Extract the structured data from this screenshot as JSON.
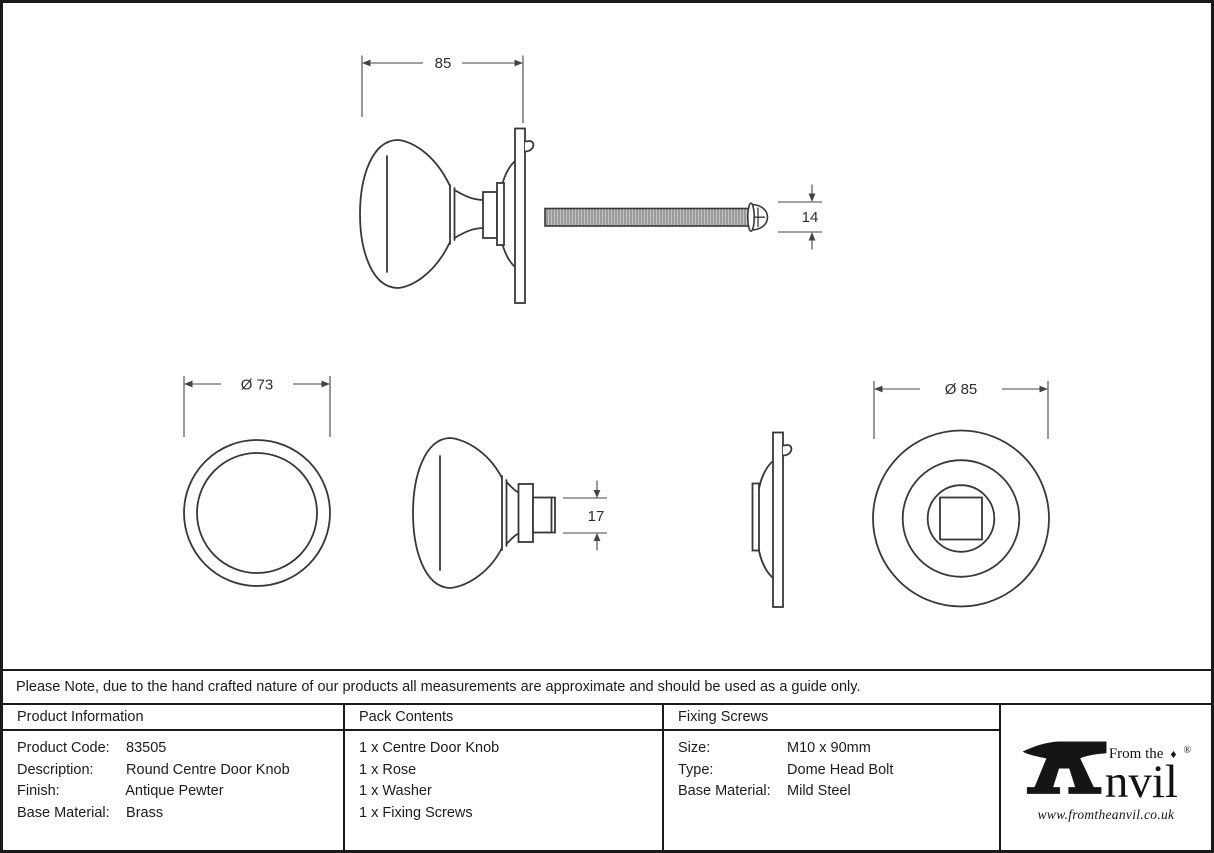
{
  "note": "Please Note, due to the hand crafted nature of our products all measurements are approximate and should be used as a guide only.",
  "drawing": {
    "dimensions": {
      "overall_width": "85",
      "bolt_head": "14",
      "knob_face": "Ø 73",
      "shank": "17",
      "rose": "Ø 85"
    }
  },
  "table": {
    "product_information": {
      "title": "Product Information",
      "rows": [
        {
          "label": "Product Code:",
          "value": "83505"
        },
        {
          "label": "Description:",
          "value": "Round Centre Door Knob"
        },
        {
          "label": "Finish:",
          "value": "Antique Pewter"
        },
        {
          "label": "Base Material:",
          "value": "Brass"
        }
      ]
    },
    "pack_contents": {
      "title": "Pack Contents",
      "items": [
        "1 x Centre Door Knob",
        "1 x Rose",
        "1 x Washer",
        "1 x Fixing Screws"
      ]
    },
    "fixing_screws": {
      "title": "Fixing Screws",
      "rows": [
        {
          "label": "Size:",
          "value": "M10 x 90mm"
        },
        {
          "label": "Type:",
          "value": "Dome Head Bolt"
        },
        {
          "label": "Base Material:",
          "value": "Mild Steel"
        }
      ]
    }
  },
  "logo": {
    "prefix": "From the",
    "mark": "♦",
    "registered": "®",
    "word": "nvil",
    "website": "www.fromtheanvil.co.uk"
  },
  "colors": {
    "line": "#383838",
    "dim_line": "#444444",
    "border": "#1a1a1a",
    "thread_fill": "#c4c4c4"
  }
}
